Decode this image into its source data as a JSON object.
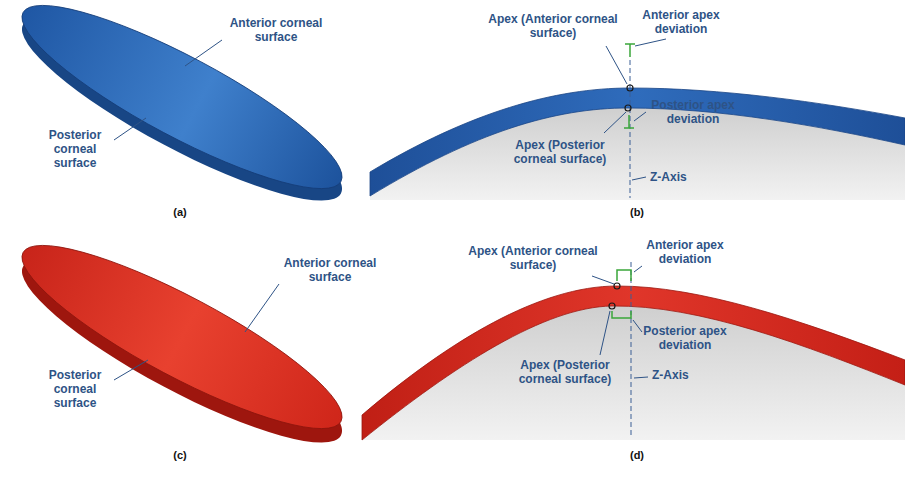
{
  "diagram": {
    "labels": [
      "Anterior corneal surface",
      "Posterior corneal surface",
      "(a)",
      "Apex (Anterior corneal surface)",
      "Anterior apex deviation",
      "Posterior apex deviation",
      "Apex (Posterior corneal surface)",
      "Z-Axis",
      "(b)",
      "Anterior corneal surface",
      "Posterior corneal surface",
      "(c)",
      "Apex (Anterior corneal surface)",
      "Anterior apex deviation",
      "Posterior apex deviation",
      "Apex (Posterior corneal surface)",
      "Z-Axis",
      "(d)"
    ]
  }
}
